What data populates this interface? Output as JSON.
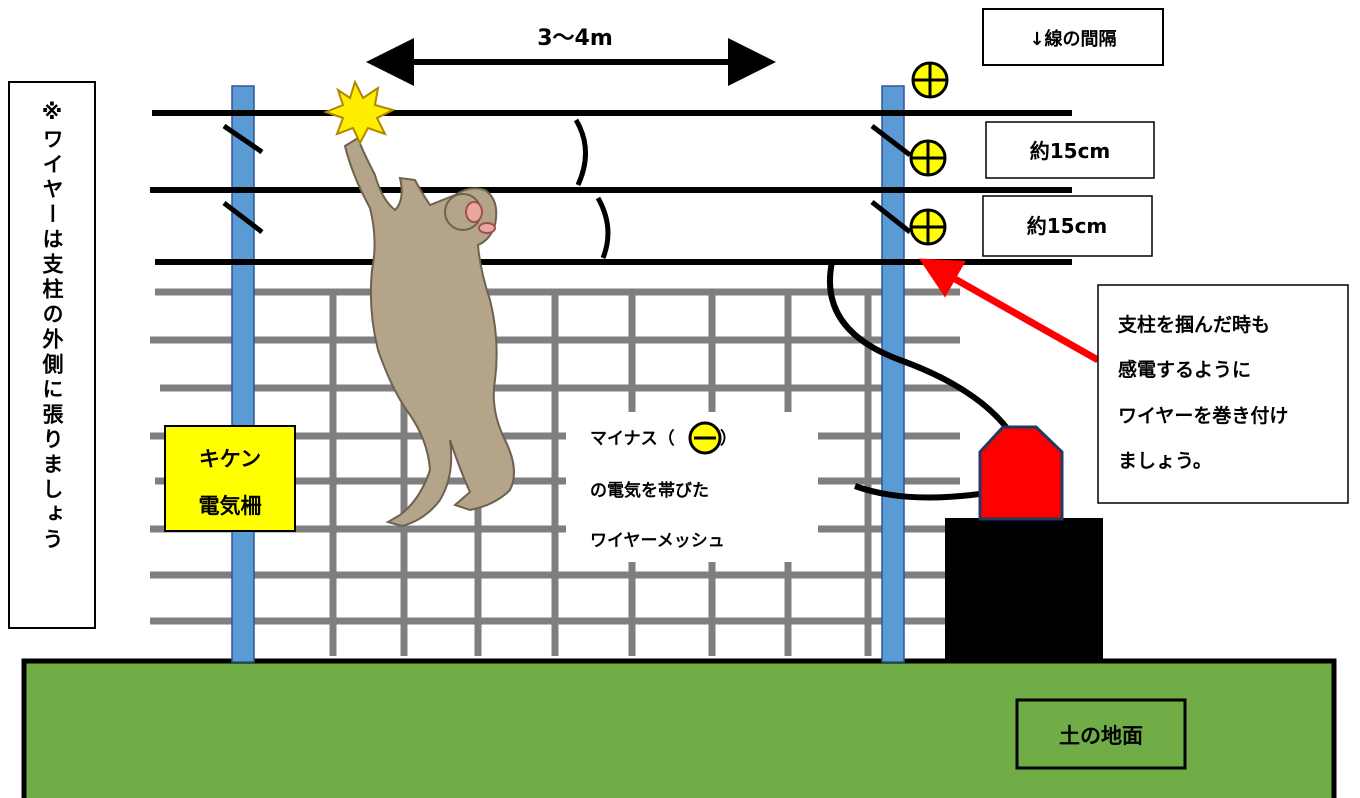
{
  "vertical_note": "※ワイヤーは支柱の外側に張りましょう",
  "span_label": "3〜4m",
  "spacing_header": "↓線の間隔",
  "spacing_1": "約15cm",
  "spacing_2": "約15cm",
  "grip_note": [
    "支柱を掴んだ時も",
    "感電するように",
    "ワイヤーを巻き付け",
    "ましょう。"
  ],
  "kiken_label": [
    "キケン",
    "電気柵"
  ],
  "mesh_note": [
    "マイナス（",
    "）",
    "の電気を帯びた",
    "ワイヤーメッシュ"
  ],
  "ground_label": "土の地面",
  "colors": {
    "ground": "#70ad47",
    "post": "#5b9bd5",
    "mesh": "#7f7f7f",
    "wire": "#000000",
    "arrow_red": "#ff0000",
    "kiken_bg": "#ffff00",
    "polarity_fill": "#ffff00",
    "energizer": "#ff0000",
    "monkey": "#b4a58a"
  },
  "icons": [
    "plus-polarity-icon",
    "minus-polarity-icon",
    "spark-icon",
    "monkey-figure"
  ]
}
